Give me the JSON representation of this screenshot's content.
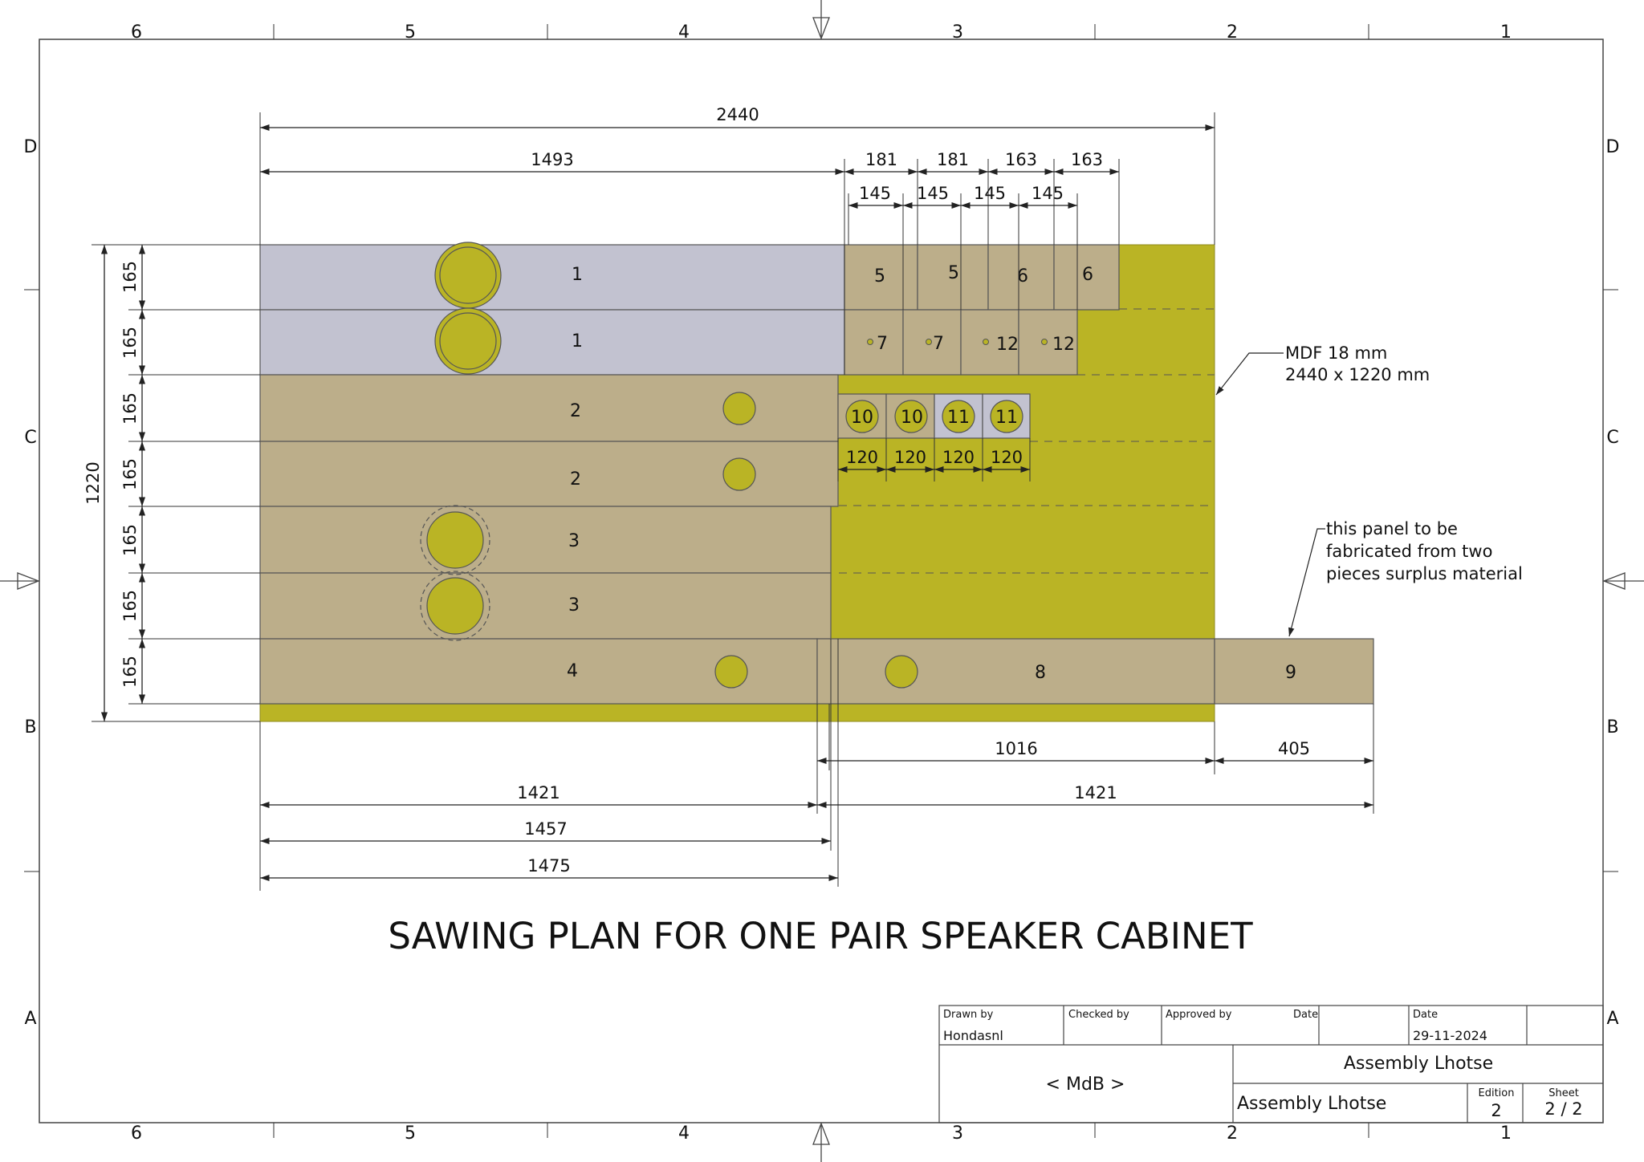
{
  "drawing": {
    "title": "SAWING PLAN FOR ONE PAIR SPEAKER CABINET",
    "material_note": [
      "MDF 18 mm",
      "2440 x 1220 mm"
    ],
    "surplus_note": [
      "this panel to be",
      "fabricated from two",
      "pieces surplus material"
    ]
  },
  "frame": {
    "columns": [
      "6",
      "5",
      "4",
      "3",
      "2",
      "1"
    ],
    "rows": [
      "D",
      "C",
      "B",
      "A"
    ]
  },
  "dimensions": {
    "sheet_width": "2440",
    "sheet_height": "1220",
    "strip_height": "165",
    "top_left": "1493",
    "top_cuts_a": [
      "181",
      "181",
      "163",
      "163"
    ],
    "top_cuts_b": [
      "145",
      "145",
      "145",
      "145"
    ],
    "small_square": [
      "120",
      "120",
      "120",
      "120"
    ],
    "bottom_1016": "1016",
    "bottom_405": "405",
    "bottom_left_1421": "1421",
    "bottom_right_1421": "1421",
    "bottom_1457": "1457",
    "bottom_1475": "1475"
  },
  "panels": {
    "p1": "1",
    "p2": "2",
    "p3": "3",
    "p4": "4",
    "p5": "5",
    "p6": "6",
    "p7": "7",
    "p8": "8",
    "p9": "9",
    "p10": "10",
    "p11": "11",
    "p12": "12"
  },
  "colors": {
    "mdf_sheet": "#bab425",
    "panel": "#bcae8a",
    "panel_selected": "#c2c2d0",
    "hole": "#bab425"
  },
  "title_block": {
    "drawn_by_label": "Drawn by",
    "drawn_by": "Hondasnl",
    "checked_by_label": "Checked by",
    "approved_by_label": "Approved by",
    "date_label_1": "Date",
    "date_label_2": "Date",
    "date": "29-11-2024",
    "company": "< MdB >",
    "title_1": "Assembly Lhotse",
    "title_2": "Assembly Lhotse",
    "edition_label": "Edition",
    "edition": "2",
    "sheet_label": "Sheet",
    "sheet": "2 / 2"
  }
}
